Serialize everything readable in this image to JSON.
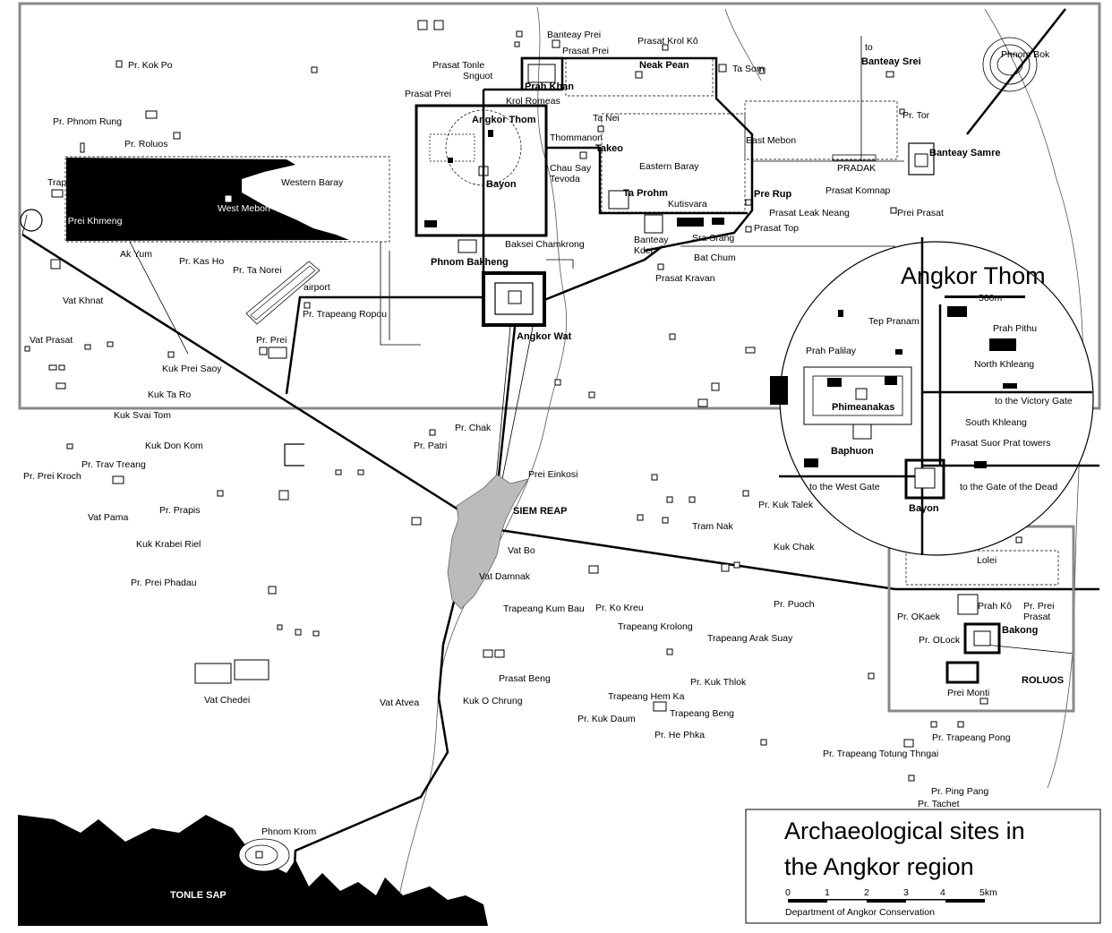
{
  "title": {
    "line1": "Archaeological sites in",
    "line2": "the Angkor region",
    "credit": "Department of Angkor Conservation"
  },
  "scale_bar": {
    "ticks": [
      "0",
      "1",
      "2",
      "3",
      "4"
    ],
    "end": "5km"
  },
  "inset": {
    "title": "Angkor Thom",
    "scale": "500m",
    "labels": {
      "tep_pranam": "Tep Pranam",
      "prah_pithu": "Prah Pithu",
      "prah_palilay": "Prah Palilay",
      "north_khleang": "North Khleang",
      "victory_gate": "to the Victory Gate",
      "phimeanakas": "Phimeanakas",
      "south_khleang": "South Khleang",
      "suor_prat": "Prasat Suor Prat towers",
      "baphuon": "Baphuon",
      "west_gate": "to the West Gate",
      "gate_dead": "to the Gate of the Dead",
      "bayon": "Bayon"
    }
  },
  "labels": {
    "banteay_prei": "Banteay Prei",
    "prasat_krol_ko": "Prasat Krol Kô",
    "prasat_prei_top": "Prasat Prei",
    "prasat_tonle": "Prasat Tonle",
    "snguot": "Snguot",
    "neak_pean": "Neak Pean",
    "ta_som": "Ta Som",
    "to": "to",
    "banteay_srei": "Banteay Srei",
    "phnom_bok": "Phnom Bok",
    "pr_kok_po": "Pr. Kok Po",
    "prasat_prei_left": "Prasat Prei",
    "prah_khan": "Prah Khan",
    "krol_romeas": "Krol Romeas",
    "angkor_thom": "Angkor Thom",
    "ta_nei": "Ta Nei",
    "pr_tor": "Pr. Tor",
    "pr_phnom_rung": "Pr. Phnom Rung",
    "pr_roluos": "Pr. Roluos",
    "thommanon": "Thommanon",
    "takeo": "Takeo",
    "east_mebon": "East Mebon",
    "banteay_samre": "Banteay Samre",
    "chau_say": "Chau Say",
    "tevoda": "Tevoda",
    "eastern_baray": "Eastern Baray",
    "pradak": "PRADAK",
    "trapeang_sen": "Trapeang Sen",
    "western_baray": "Western Baray",
    "bayon": "Bayon",
    "ta_prohm": "Ta Prohm",
    "pre_rup": "Pre Rup",
    "prasat_komnap": "Prasat Komnap",
    "west_mebon": "West Mebon",
    "kutisvara": "Kutisvara",
    "prasat_leak_neang": "Prasat Leak Neang",
    "prei_prasat": "Prei Prasat",
    "pr_prei_khmeng": "Pr. Prei Khmeng",
    "baksei_chamkrong": "Baksei Chamkrong",
    "banteay": "Banteay",
    "kdei": "Kdei",
    "sra_srang": "Sra Srang",
    "prasat_top": "Prasat Top",
    "ak_yum": "Ak Yum",
    "pr_kas_ho": "Pr. Kas Ho",
    "pr_ta_norei": "Pr. Ta Norei",
    "phnom_bakheng": "Phnom Bakheng",
    "bat_chum": "Bat Chum",
    "prasat_kravan": "Prasat Kravan",
    "airport": "airport",
    "vat_khnat": "Vat Khnat",
    "pr_trapeang_ropou": "Pr. Trapeang Ropou",
    "angkor_wat": "Angkor Wat",
    "vat_prasat": "Vat Prasat",
    "pr_prei": "Pr. Prei",
    "kuk_prei_saoy": "Kuk Prei Saoy",
    "kuk_ta_ro": "Kuk Ta Ro",
    "kuk_svai_tom": "Kuk Svai Tom",
    "pr_chak": "Pr. Chak",
    "kuk_don_kom": "Kuk Don Kom",
    "pr_patri": "Pr. Patri",
    "pr_trav_treang": "Pr. Trav Treang",
    "pr_prei_kroch": "Pr. Prei Kroch",
    "prei_einkosi": "Prei Einkosi",
    "pr_prapis": "Pr. Prapis",
    "vat_pama": "Vat Pama",
    "siem_reap": "SIEM REAP",
    "pr_kuk_talek": "Pr. Kuk Talek",
    "tram_nak": "Tram Nak",
    "kuk_krabei_riel": "Kuk Krabei Riel",
    "vat_bo": "Vat Bo",
    "kuk_chak": "Kuk Chak",
    "lolei": "Lolei",
    "pr_prei_phadau": "Pr. Prei Phadau",
    "vat_damnak": "Vat Damnak",
    "trapeang_kum_bau": "Trapeang Kum Bau",
    "pr_ko_kreu": "Pr. Ko Kreu",
    "pr_puoch": "Pr. Puoch",
    "prah_ko": "Prah Kô",
    "pr_prei2": "Pr. Prei",
    "prasat": "Prasat",
    "pr_okaek": "Pr. OKaek",
    "trapeang_krolong": "Trapeang Krolong",
    "trapeang_arak_suay": "Trapeang Arak Suay",
    "bakong": "Bakong",
    "pr_olock": "Pr. OLock",
    "prasat_beng": "Prasat Beng",
    "vat_chedei": "Vat Chedei",
    "pr_kuk_thlok": "Pr. Kuk Thlok",
    "roluos": "ROLUOS",
    "prei_monti": "Prei Monti",
    "vat_atvea": "Vat Atvea",
    "kuk_o_chrung": "Kuk O Chrung",
    "trapeang_hem_ka": "Trapeang Hem Ka",
    "trapeang_beng": "Trapeang Beng",
    "pr_kuk_daum": "Pr. Kuk Daum",
    "pr_he_phka": "Pr. He Phka",
    "pr_trapeang_pong": "Pr. Trapeang Pong",
    "pr_trapeang_totung": "Pr. Trapeang Totung Thngai",
    "pr_ping_pang": "Pr. Ping Pang",
    "pr_tachet": "Pr. Tachet",
    "phnom_krom": "Phnom Krom",
    "tonle_sap": "TONLE SAP"
  }
}
